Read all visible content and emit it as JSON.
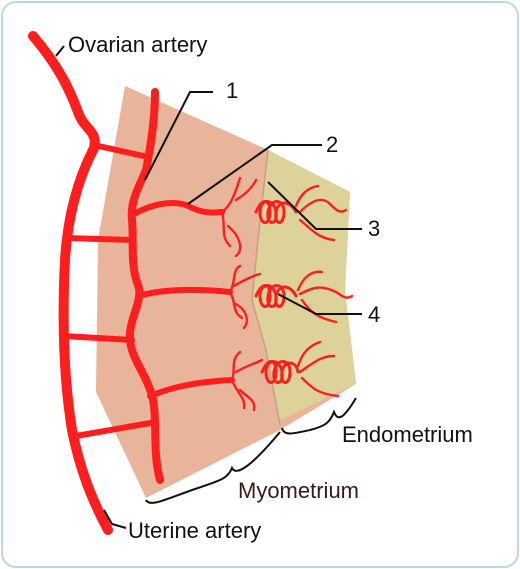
{
  "labels": {
    "ovarian_artery": "Ovarian artery",
    "uterine_artery": "Uterine artery",
    "endometrium": "Endometrium",
    "myometrium": "Myometrium",
    "n1": "1",
    "n2": "2",
    "n3": "3",
    "n4": "4"
  },
  "colors": {
    "artery": "#ff1e1e",
    "myometrium_fill": "#e8b49a",
    "endometrium_fill": "#ddd29a",
    "frame": "#b8dcdc"
  }
}
